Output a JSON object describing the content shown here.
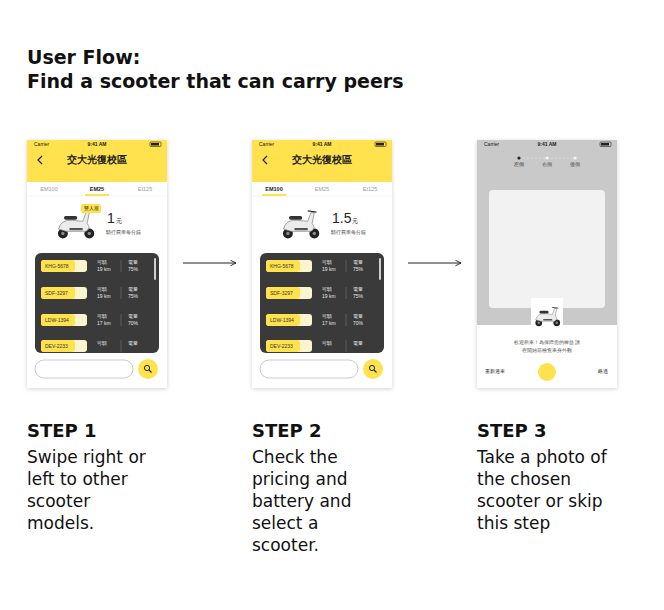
{
  "diagram": {
    "title": "User Flow:",
    "nodes": [
      {
        "text": [
          "Carrier",
          "9:41 AM",
          "交大光復校區",
          "EM100",
          "EM25",
          "EI125",
          "雙人座",
          "1",
          "元",
          "騎行費率每分鐘",
          "KHG-5678",
          "可騎",
          "19 km",
          "電量",
          "75%",
          "SDF-3297",
          "可騎",
          "19 km",
          "電量",
          "75%",
          "LDW-1394",
          "可騎",
          "17 km",
          "電量",
          "70%",
          "DEV-2233",
          "可騎",
          "電量"
        ]
      },
      {
        "text": [
          "Carrier",
          "9:41 AM",
          "交大光復校區",
          "EM100",
          "EM25",
          "EI125",
          "1.5",
          "元",
          "騎行費率每分鐘",
          "KHG-5678",
          "可騎",
          "19 km",
          "電量",
          "75%",
          "SDF-3297",
          "可騎",
          "19 km",
          "電量",
          "75%",
          "LDW-1394",
          "可騎",
          "17 km",
          "電量",
          "70%",
          "DEV-2233",
          "可騎",
          "電量"
        ]
      },
      {
        "text": [
          "Carrier",
          "9:41 AM",
          "左側",
          "右側",
          "後側",
          "歡迎租車！為保障您的權益 請在開始前檢查車身外觀",
          "重新選車",
          "略過"
        ]
      }
    ],
    "edges": [
      {
        "from": 0,
        "to": 1,
        "arrow": "to"
      },
      {
        "from": 1,
        "to": 2,
        "arrow": "to"
      }
    ],
    "labels": [
      "Find a scooter that can carry peers",
      "STEP 1",
      "Swipe right or left to other scooter models.",
      "STEP 2",
      "Check the pricing and battery and select a scooter.",
      "STEP 3",
      "Take a photo of the chosen scooter or skip this step"
    ]
  }
}
